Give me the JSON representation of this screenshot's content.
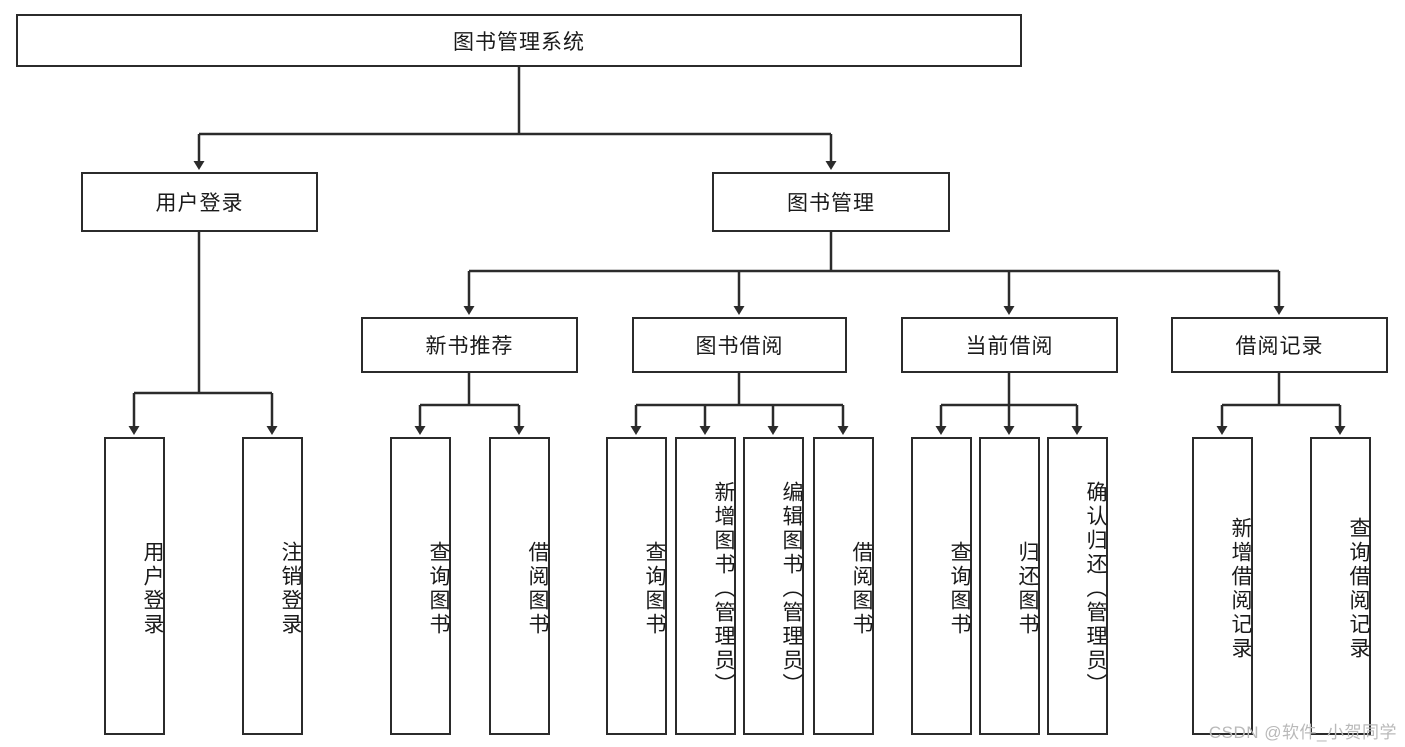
{
  "diagram": {
    "title": "图书管理系统",
    "type": "tree",
    "watermark": "CSDN @软件_小贺同学",
    "colors": {
      "stroke": "#2b2b2b",
      "fill": "#ffffff",
      "text": "#1a1a1a",
      "watermark": "#b9b9b9"
    },
    "root": {
      "label": "图书管理系统"
    },
    "level2": [
      {
        "label": "用户登录"
      },
      {
        "label": "图书管理"
      }
    ],
    "level3": [
      {
        "label": "新书推荐"
      },
      {
        "label": "图书借阅"
      },
      {
        "label": "当前借阅"
      },
      {
        "label": "借阅记录"
      }
    ],
    "leaves": {
      "user_login": [
        {
          "label": "用户登录"
        },
        {
          "label": "注销登录"
        }
      ],
      "new_book": [
        {
          "label": "查询图书"
        },
        {
          "label": "借阅图书"
        }
      ],
      "book_borrow": [
        {
          "label": "查询图书"
        },
        {
          "label": "新增图书（管理员）"
        },
        {
          "label": "编辑图书（管理员）"
        },
        {
          "label": "借阅图书"
        }
      ],
      "current_borrow": [
        {
          "label": "查询图书"
        },
        {
          "label": "归还图书"
        },
        {
          "label": "确认归还（管理员）"
        }
      ],
      "borrow_record": [
        {
          "label": "新增借阅记录"
        },
        {
          "label": "查询借阅记录"
        }
      ]
    }
  }
}
